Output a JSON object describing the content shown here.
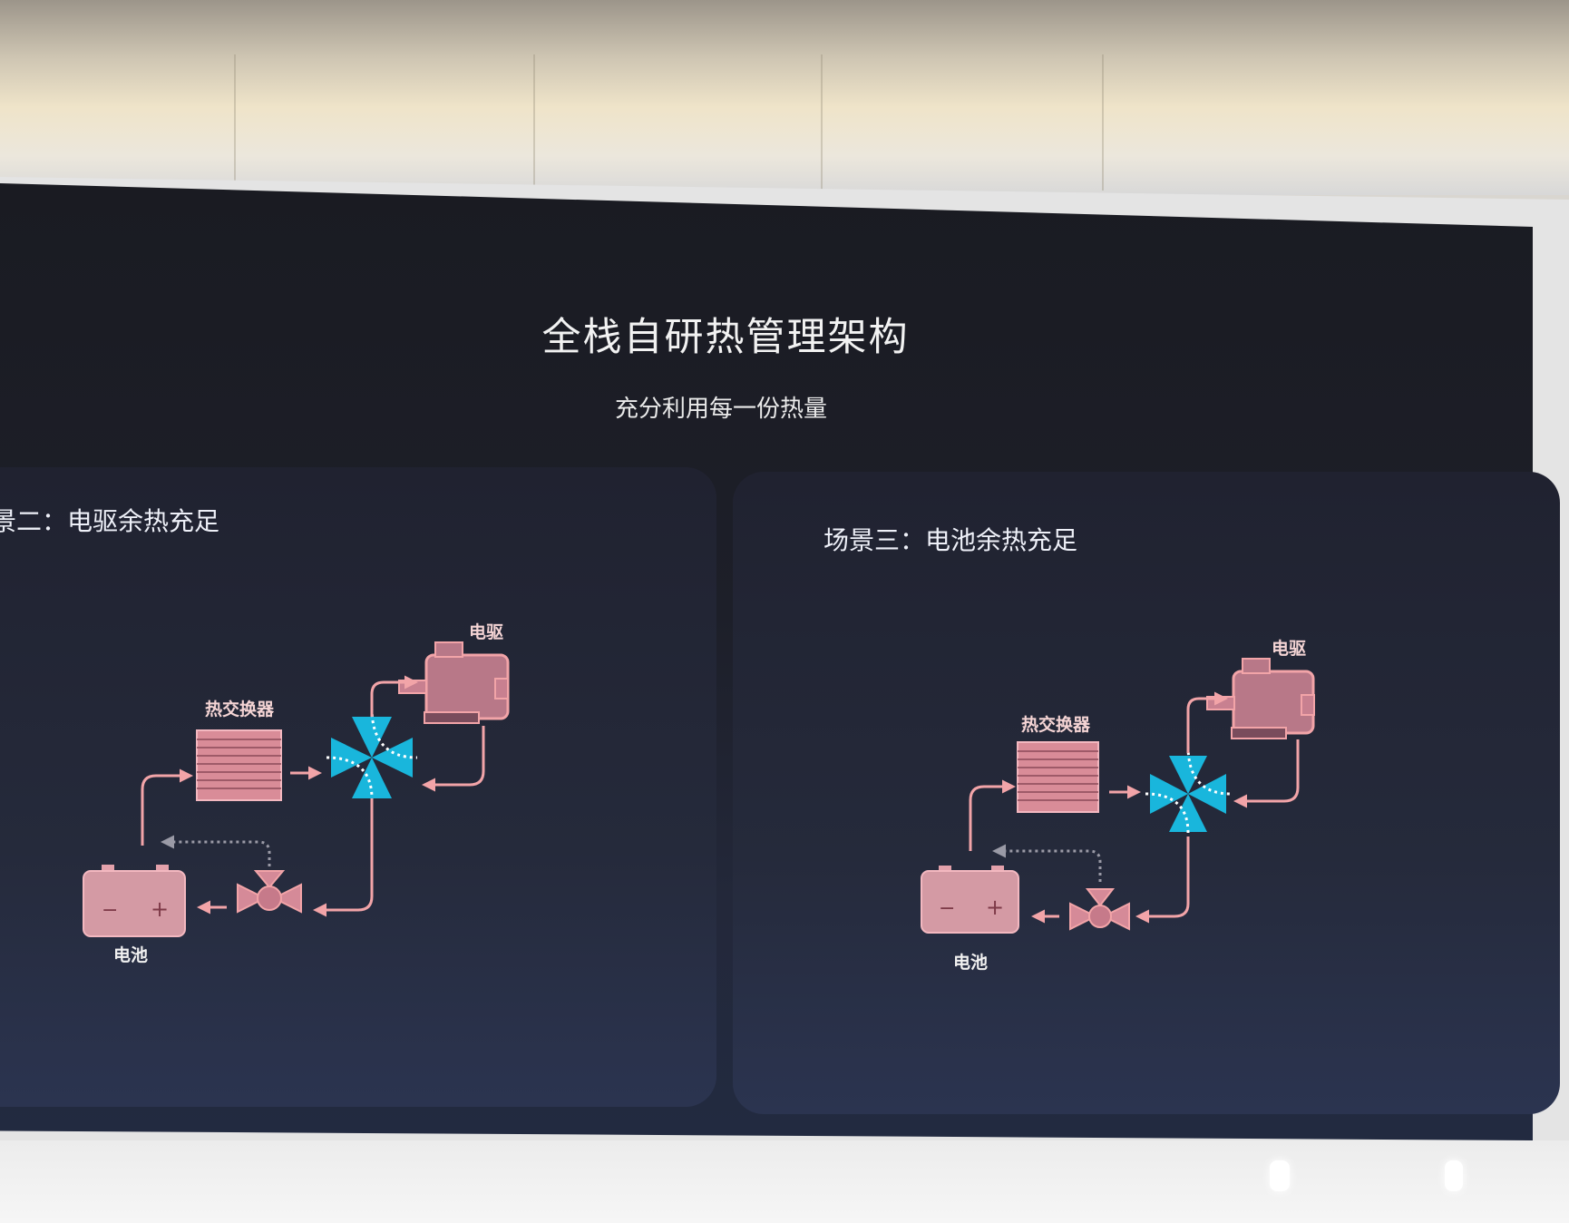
{
  "slide": {
    "title": "全栈自研热管理架构",
    "subtitle": "充分利用每一份热量"
  },
  "scenes": [
    {
      "title": "场景二：电驱余热充足",
      "title_visible": "场景二：电驱余热充足",
      "labels": {
        "motor": "电驱",
        "exchanger": "热交换器",
        "battery": "电池"
      }
    },
    {
      "title": "场景三：电池余热充足",
      "labels": {
        "motor": "电驱",
        "exchanger": "热交换器",
        "battery": "电池"
      }
    }
  ],
  "colors": {
    "component_pink": "#e89aa6",
    "flow_arrow": "#f2a4a8",
    "valve_cyan": "#19b6dc",
    "screen_background": "#1d1f29"
  },
  "icons": [
    "motor-icon",
    "heat-exchanger-icon",
    "four-way-valve-icon",
    "pump-icon",
    "battery-icon"
  ]
}
